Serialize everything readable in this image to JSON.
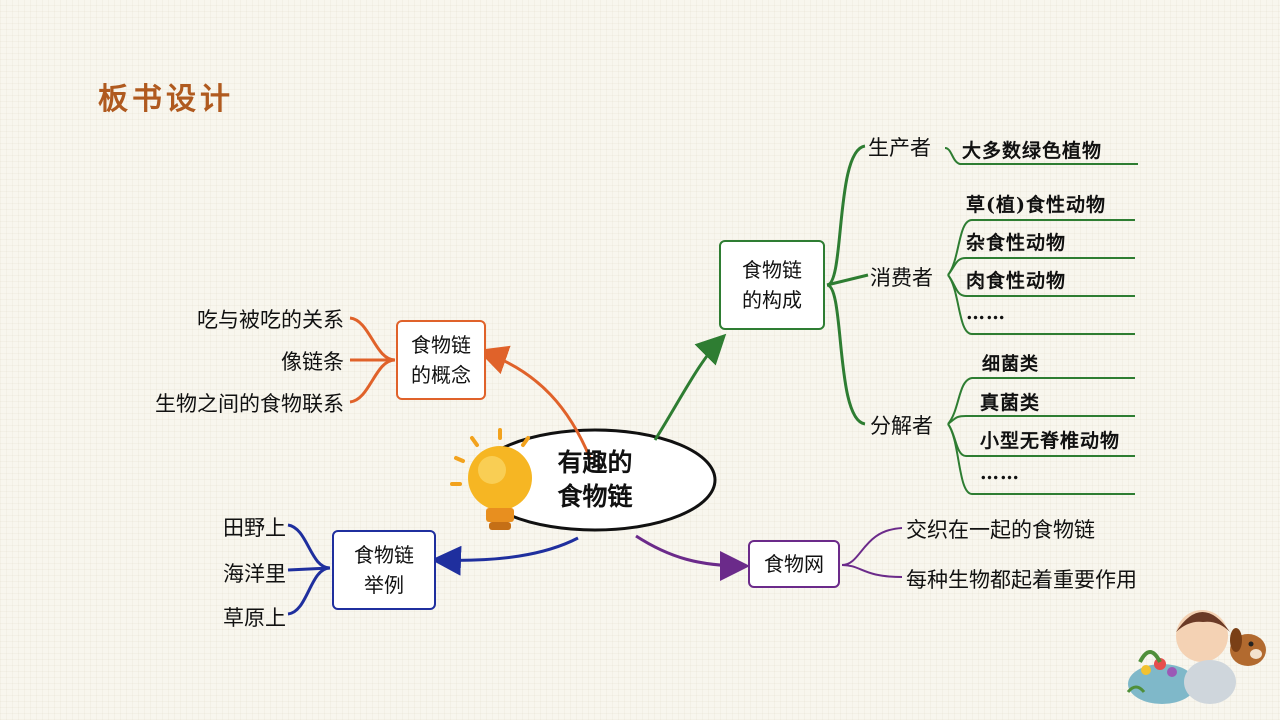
{
  "slide": {
    "title": "板书设计"
  },
  "center": {
    "label": "有趣的\n食物链"
  },
  "concept": {
    "label": "食物链\n的概念",
    "items": [
      "吃与被吃的关系",
      "像链条",
      "生物之间的食物联系"
    ]
  },
  "examples": {
    "label": "食物链\n举例",
    "items": [
      "田野上",
      "海洋里",
      "草原上"
    ]
  },
  "composition": {
    "label": "食物链\n的构成",
    "producer": {
      "label": "生产者",
      "items": [
        "大多数绿色植物"
      ]
    },
    "consumer": {
      "label": "消费者",
      "items": [
        "草(植)食性动物",
        "杂食性动物",
        "肉食性动物",
        "……"
      ]
    },
    "decomposer": {
      "label": "分解者",
      "items": [
        "细菌类",
        "真菌类",
        "小型无脊椎动物",
        "……"
      ]
    }
  },
  "foodweb": {
    "label": "食物网",
    "items": [
      "交织在一起的食物链",
      "每种生物都起着重要作用"
    ]
  },
  "colors": {
    "concept": "#e0622a",
    "composition": "#2e7d32",
    "examples": "#1f2f9e",
    "foodweb": "#6b2a8a",
    "title": "#b05a1f",
    "bulb": "#f6b623"
  }
}
